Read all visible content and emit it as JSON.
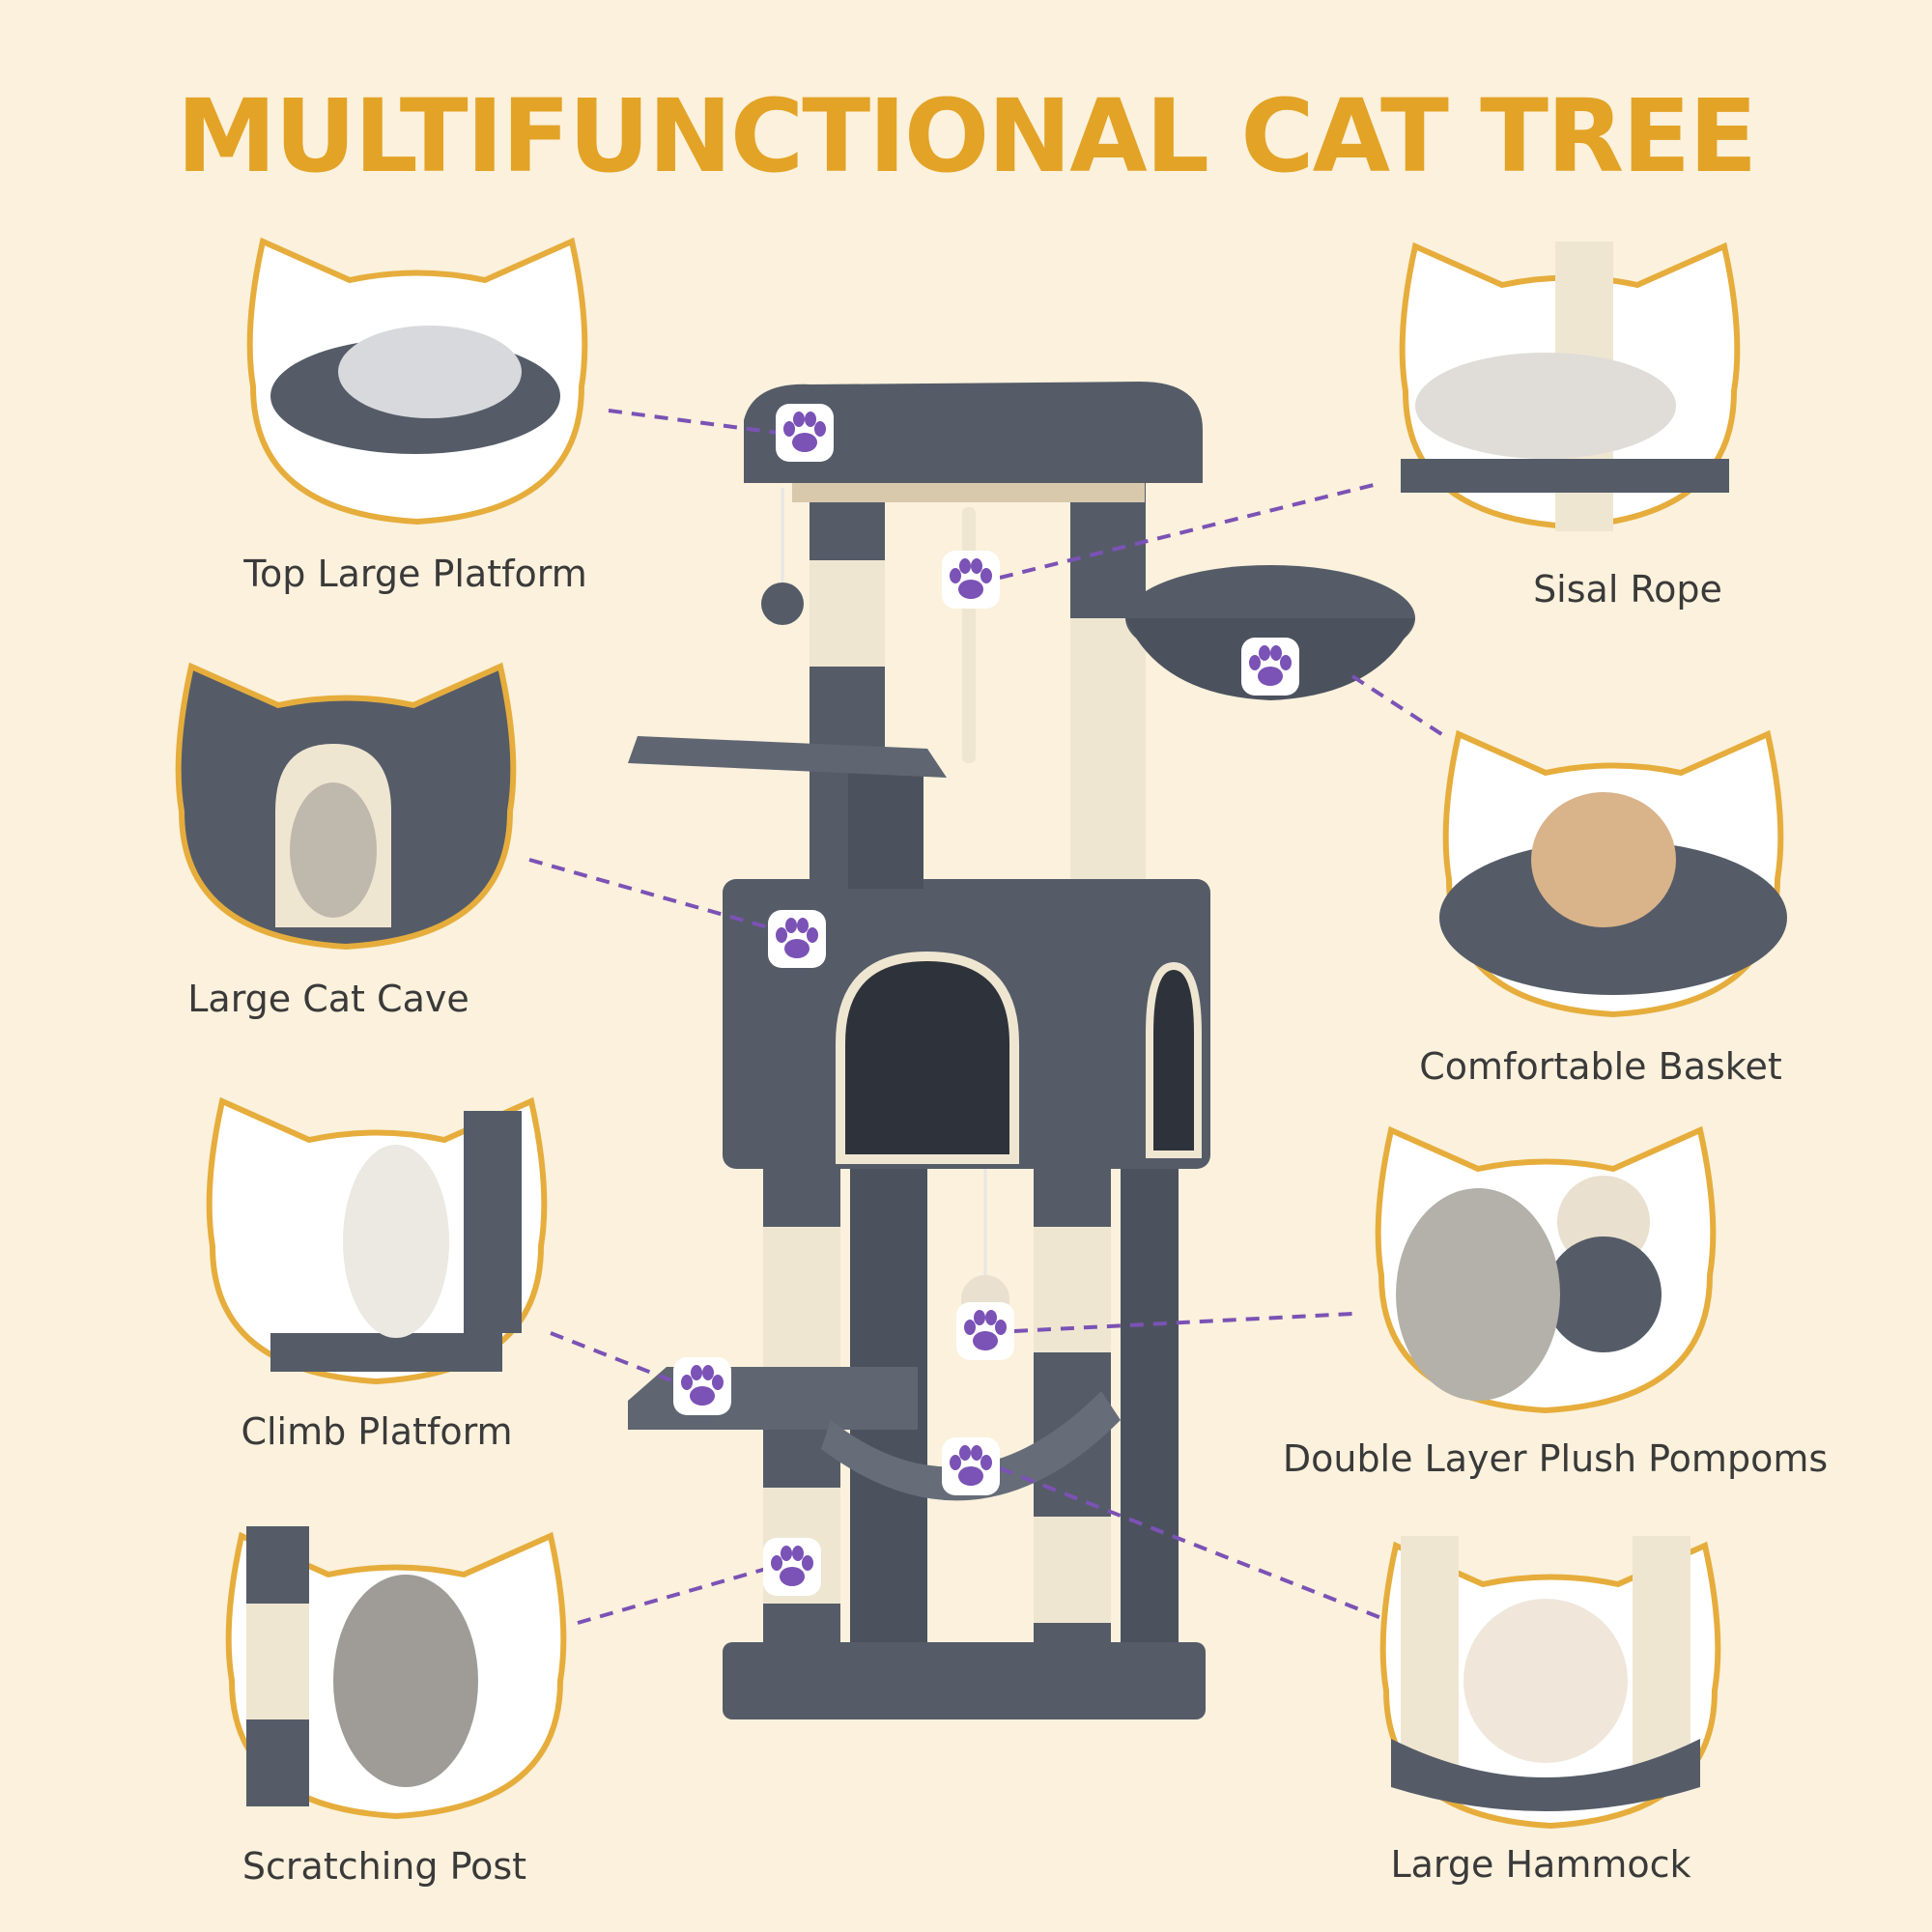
{
  "title": "MULTIFUNCTIONAL CAT TREE",
  "colors": {
    "background": "#fbf1dc",
    "title": "#e3a327",
    "frame_border": "#e6ad3c",
    "furniture_gray": "#555c68",
    "sisal": "#efe6d2",
    "paw_purple": "#7b52b5",
    "label_text": "#3a3a3a"
  },
  "features": [
    {
      "id": "top-large-platform",
      "label": "Top Large Platform",
      "icon": "paw-icon"
    },
    {
      "id": "large-cat-cave",
      "label": "Large Cat Cave",
      "icon": "paw-icon"
    },
    {
      "id": "climb-platform",
      "label": "Climb Platform",
      "icon": "paw-icon"
    },
    {
      "id": "scratching-post",
      "label": "Scratching Post",
      "icon": "paw-icon"
    },
    {
      "id": "sisal-rope",
      "label": "Sisal Rope",
      "icon": "paw-icon"
    },
    {
      "id": "comfortable-basket",
      "label": "Comfortable Basket",
      "icon": "paw-icon"
    },
    {
      "id": "double-layer-plush-pompoms",
      "label": "Double Layer Plush Pompoms",
      "icon": "paw-icon"
    },
    {
      "id": "large-hammock",
      "label": "Large Hammock",
      "icon": "paw-icon"
    }
  ]
}
